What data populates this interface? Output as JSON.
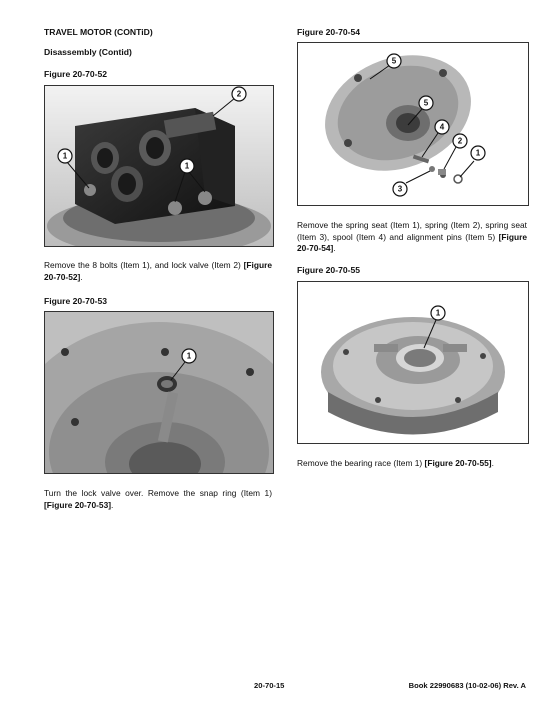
{
  "header": {
    "section_title": "TRAVEL MOTOR (CONTiD)",
    "subsection": "Disassembly (Contid)"
  },
  "figures": {
    "f52": {
      "label": "Figure 20-70-52",
      "callouts": [
        "2",
        "1",
        "1"
      ]
    },
    "f53": {
      "label": "Figure 20-70-53",
      "callouts": [
        "1"
      ]
    },
    "f54": {
      "label": "Figure 20-70-54",
      "callouts": [
        "5",
        "5",
        "4",
        "2",
        "1",
        "3"
      ]
    },
    "f55": {
      "label": "Figure 20-70-55",
      "callouts": [
        "1"
      ]
    }
  },
  "paragraphs": {
    "p52": {
      "text": "Remove the 8 bolts (Item 1), and lock valve (Item 2) ",
      "ref": "[Figure 20-70-52]",
      "end": "."
    },
    "p53": {
      "text": "Turn the lock valve over. Remove the snap ring (Item 1) ",
      "ref": "[Figure 20-70-53]",
      "end": "."
    },
    "p54": {
      "text": "Remove the spring seat (Item 1), spring (Item 2), spring seat (Item 3), spool (Item 4) and alignment pins (Item 5) ",
      "ref": "[Figure 20-70-54]",
      "end": "."
    },
    "p55": {
      "text": "Remove the bearing race (Item 1) ",
      "ref": "[Figure 20-70-55]",
      "end": "."
    }
  },
  "footer": {
    "page_number": "20-70-15",
    "book_ref": "Book 22990683 (10-02-06) Rev. A"
  }
}
